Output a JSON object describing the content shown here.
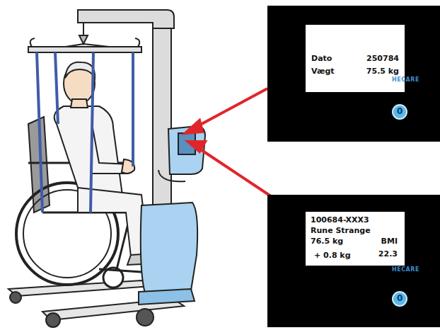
{
  "diagram": {
    "nodes": [
      {
        "text": [
          "HECARE"
        ]
      },
      {
        "text": [
          "Dato",
          "250784",
          "Vægt",
          "75.5 kg"
        ],
        "in": 0
      },
      {
        "text": [
          "0"
        ],
        "in": 0
      },
      {
        "text": [
          "HECARE"
        ]
      },
      {
        "text": [
          "100684-XXX3",
          "Rune Strange",
          "76.5 kg",
          "BMI",
          "22.3",
          "+ 0.8 kg"
        ],
        "in": 3
      },
      {
        "text": [
          "0"
        ],
        "in": 3
      }
    ]
  }
}
